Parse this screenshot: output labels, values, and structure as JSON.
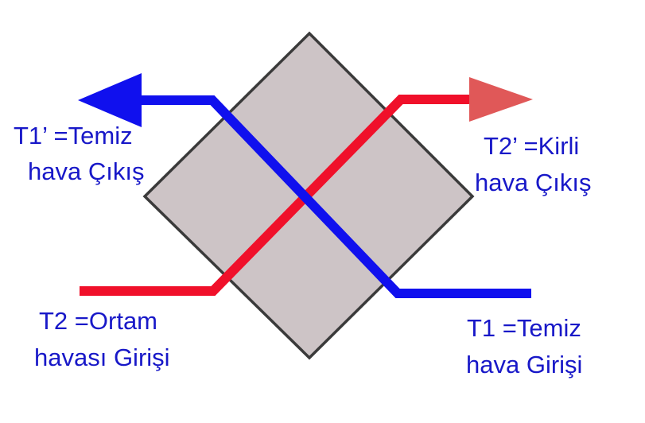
{
  "colors": {
    "clean_air": "#1010ee",
    "dirty_air": "#f0102a",
    "dirty_arrow_head": "#e05858",
    "exchanger_fill": "#cdc4c6",
    "exchanger_stroke": "#3a3a3a",
    "label_text": "#1818c8"
  },
  "labels": {
    "t1_out": {
      "line1": "T1’ =Temiz",
      "line2": "hava Çıkış"
    },
    "t2_out": {
      "line1": "T2’ =Kirli",
      "line2": "hava Çıkış"
    },
    "t2_in": {
      "line1": "T2 =Ortam",
      "line2": "havası Girişi"
    },
    "t1_in": {
      "line1": "T1 =Temiz",
      "line2": "hava Girişi"
    }
  }
}
